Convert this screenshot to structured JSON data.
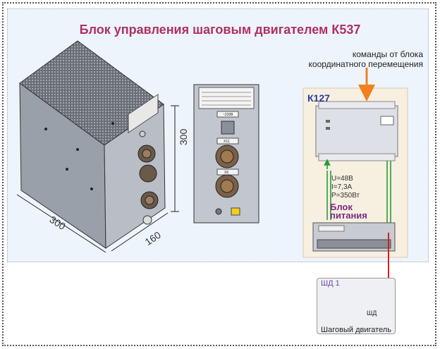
{
  "title": "Блок управления шаговым двигателем К537",
  "dimensions": {
    "height": "300",
    "depth": "300",
    "width": "160"
  },
  "controller": {
    "name": "К127"
  },
  "commands_label": {
    "line1": "команды от блока",
    "line2": "координатного перемещения"
  },
  "power": {
    "label_line1": "Блок",
    "label_line2": "питания",
    "voltage": "U=48В",
    "current": "I=7,3А",
    "power": "P=350Вт"
  },
  "motor": {
    "tag": "ШД 1",
    "body_label": "ШД",
    "caption": "Шаговый двигатель"
  },
  "front_panel": {
    "connectors": [
      "~220В",
      "Х11",
      "Х6"
    ]
  },
  "colors": {
    "title": "#b03060",
    "arrow_orange": "#f08020",
    "arrow_red": "#d02020",
    "controller_label": "#2a3aa0",
    "power_label": "#7a2a8a"
  }
}
